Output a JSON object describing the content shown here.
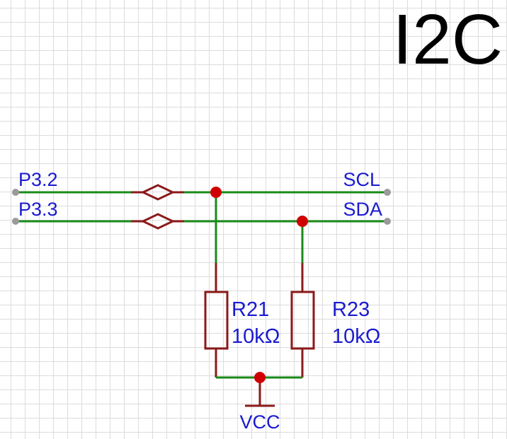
{
  "title": "I2C",
  "nets": {
    "left_top": "P3.2",
    "left_bottom": "P3.3",
    "right_top": "SCL",
    "right_bottom": "SDA",
    "supply": "VCC"
  },
  "resistors": [
    {
      "ref": "R21",
      "value": "10kΩ"
    },
    {
      "ref": "R23",
      "value": "10kΩ"
    }
  ],
  "colors": {
    "wire": "#1a8a1a",
    "component": "#8b1a1a",
    "junction": "#d00000",
    "label": "#1a1ad0",
    "pin": "#9a9a9a",
    "grid": "#dcdcdc",
    "title": "#000000"
  }
}
